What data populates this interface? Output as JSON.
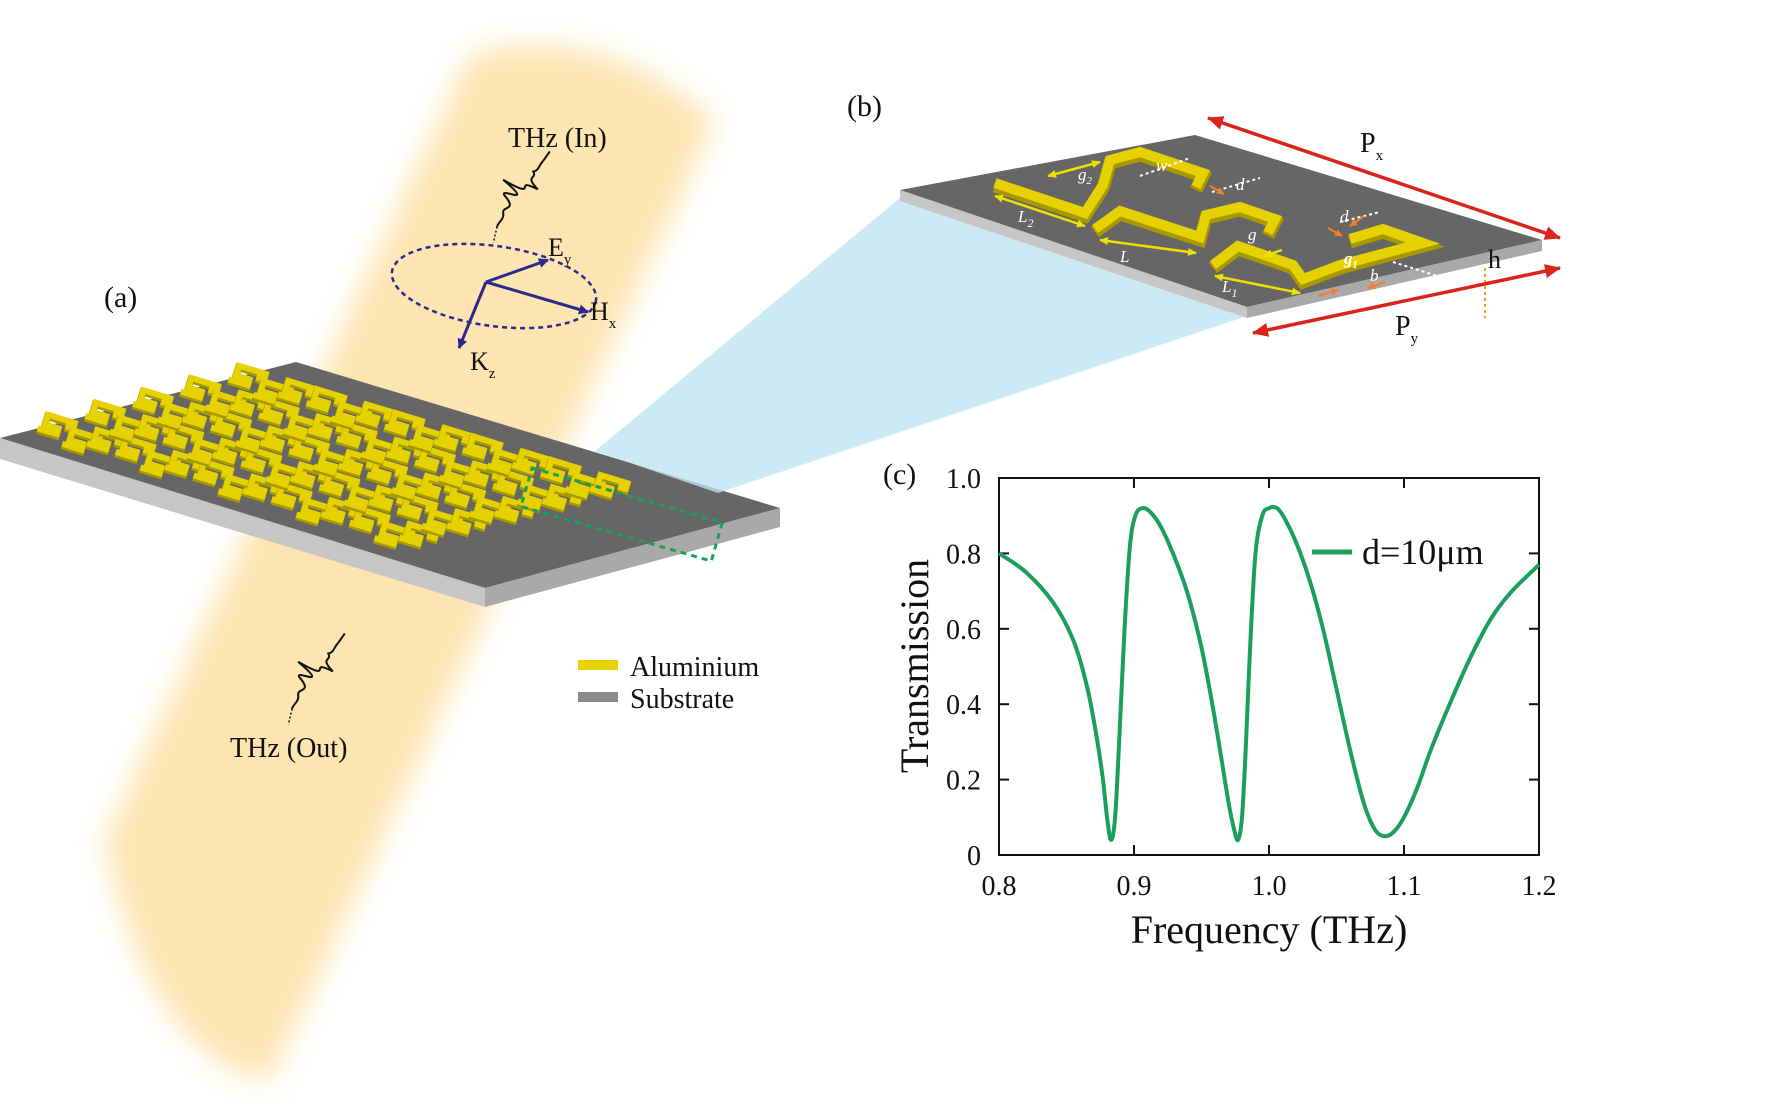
{
  "panels": {
    "a": "(a)",
    "b": "(b)",
    "c": "(c)"
  },
  "beam": {
    "in_label": "THz (In)",
    "out_label": "THz (Out)"
  },
  "vectors": {
    "e": "E",
    "e_sub": "y",
    "h": "H",
    "h_sub": "x",
    "k": "K",
    "k_sub": "z"
  },
  "legend": {
    "aluminium": "Aluminium",
    "substrate": "Substrate"
  },
  "unit_cell": {
    "px": "P",
    "px_sub": "x",
    "py": "P",
    "py_sub": "y",
    "h": "h",
    "L": "L",
    "L1": "L",
    "L1_sub": "1",
    "L2": "L",
    "L2_sub": "2",
    "g": "g",
    "g1": "g",
    "g1_sub": "1",
    "g2": "g",
    "g2_sub": "2",
    "w": "w",
    "d": "d",
    "d2": "d",
    "b": "b"
  },
  "colors": {
    "beam": "#fde3ad",
    "aluminium": "#e6d200",
    "substrate_top": "#666666",
    "substrate_side": "#c6c6c6",
    "curve": "#1aa05a",
    "vector": "#2a2a8c",
    "period_arrow": "#d9241b",
    "zoom": "#bfe3f0"
  },
  "chart_data": {
    "type": "line",
    "xlabel": "Frequency (THz)",
    "ylabel": "Transmission",
    "xlim": [
      0.8,
      1.2
    ],
    "ylim": [
      0,
      1.0
    ],
    "xticks": [
      0.8,
      0.9,
      1.0,
      1.1,
      1.2
    ],
    "xtick_labels": [
      "0.8",
      "0.9",
      "1.0",
      "1.1",
      "1.2"
    ],
    "yticks": [
      0,
      0.2,
      0.4,
      0.6,
      0.8,
      1.0
    ],
    "ytick_labels": [
      "0",
      "0.2",
      "0.4",
      "0.6",
      "0.8",
      "1.0"
    ],
    "legend_position": "top-right",
    "series": [
      {
        "name": "d=10μm",
        "x": [
          0.8,
          0.82,
          0.84,
          0.855,
          0.865,
          0.872,
          0.877,
          0.88,
          0.883,
          0.886,
          0.889,
          0.893,
          0.897,
          0.901,
          0.906,
          0.912,
          0.92,
          0.93,
          0.94,
          0.95,
          0.958,
          0.965,
          0.97,
          0.974,
          0.977,
          0.98,
          0.983,
          0.986,
          0.99,
          0.995,
          1.0,
          1.006,
          1.012,
          1.02,
          1.03,
          1.04,
          1.05,
          1.06,
          1.07,
          1.078,
          1.085,
          1.092,
          1.1,
          1.11,
          1.12,
          1.135,
          1.15,
          1.165,
          1.18,
          1.2
        ],
        "y": [
          0.8,
          0.75,
          0.67,
          0.57,
          0.45,
          0.32,
          0.2,
          0.1,
          0.04,
          0.1,
          0.3,
          0.6,
          0.82,
          0.9,
          0.92,
          0.91,
          0.87,
          0.79,
          0.69,
          0.55,
          0.4,
          0.25,
          0.14,
          0.07,
          0.04,
          0.1,
          0.3,
          0.55,
          0.8,
          0.9,
          0.92,
          0.92,
          0.89,
          0.83,
          0.73,
          0.6,
          0.44,
          0.28,
          0.14,
          0.07,
          0.05,
          0.06,
          0.1,
          0.18,
          0.28,
          0.41,
          0.53,
          0.63,
          0.7,
          0.77
        ]
      }
    ]
  }
}
